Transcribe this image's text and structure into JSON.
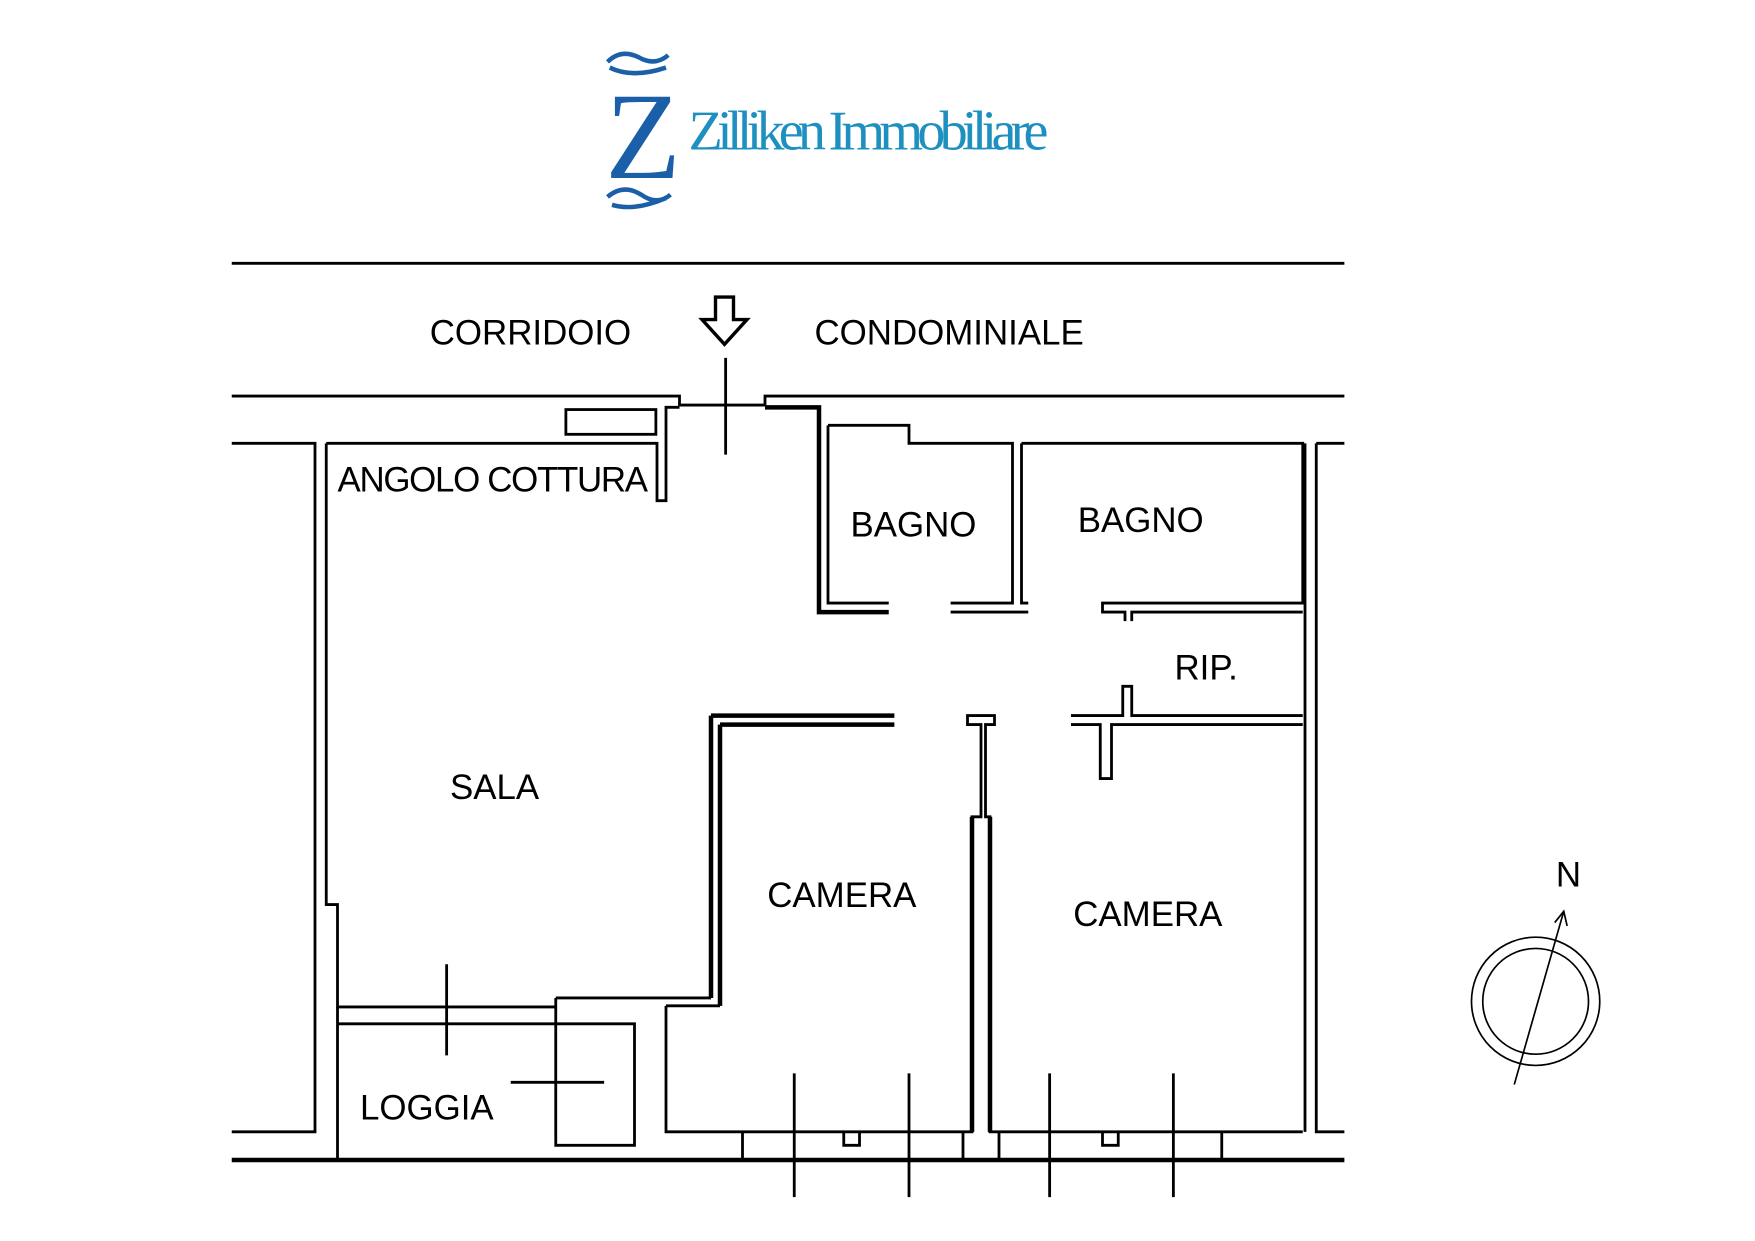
{
  "logo": {
    "letter": "Z",
    "name": "Zilliken Immobiliare",
    "color_dark": "#1b5fa8",
    "color_light": "#1e90c0"
  },
  "corridor": {
    "left_label": "CORRIDOIO",
    "right_label": "CONDOMINIALE"
  },
  "rooms": {
    "kitchen": "ANGOLO COTTURA",
    "bath1": "BAGNO",
    "bath2": "BAGNO",
    "storage": "RIP.",
    "living": "SALA",
    "bedroom1": "CAMERA",
    "bedroom2": "CAMERA",
    "loggia": "LOGGIA"
  },
  "compass": {
    "label": "N"
  }
}
